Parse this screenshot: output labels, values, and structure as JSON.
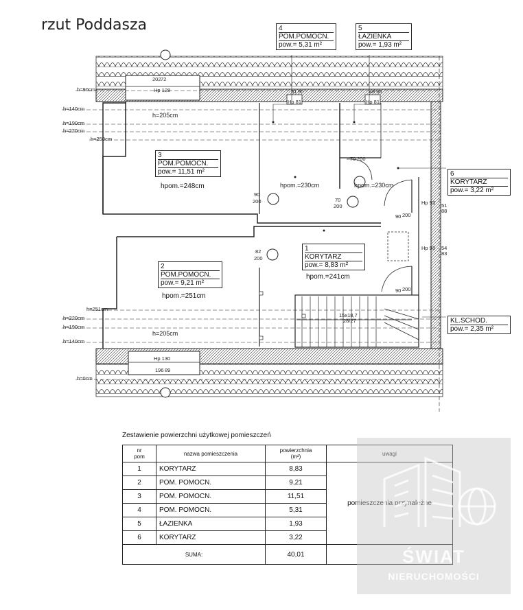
{
  "title": "rzut Poddasza",
  "rooms": [
    {
      "nr": "1",
      "name": "KORYTARZ",
      "area": "pow.= 8,83 m²",
      "height": "hpom.=241cm"
    },
    {
      "nr": "2",
      "name": "POM.POMOCN.",
      "area": "pow.= 9,21 m²",
      "height": "hpom.=251cm"
    },
    {
      "nr": "3",
      "name": "POM.POMOCN.",
      "area": "pow.= 11,51 m²",
      "height": "hpom.=248cm"
    },
    {
      "nr": "4",
      "name": "POM.POMOCN.",
      "area": "pow.= 5,31 m²"
    },
    {
      "nr": "5",
      "name": "ŁAZIENKA",
      "area": "pow.= 1,93 m²"
    },
    {
      "nr": "6",
      "name": "KORYTARZ",
      "area": "pow.= 3,22 m²"
    },
    {
      "nr": "",
      "name": "KL.SCHOD.",
      "area": "pow.= 2,35 m²"
    }
  ],
  "levels_top": [
    "h=90cm",
    "h=140cm",
    "h=190cm",
    "h=220cm",
    "h=250cm"
  ],
  "levels_bottom": [
    "h=251cm",
    "h=220cm",
    "h=190cm",
    "h=140cm",
    "h=0cm"
  ],
  "plan_labels": {
    "h205_top": "h=205cm",
    "h205_bottom": "h=205cm",
    "hpom230a": "hpom.=230cm",
    "hpom230b": "hpom.=230cm",
    "hp128": "Hp 128",
    "hp130": "Hp 130",
    "hp81a": "Hp 81",
    "hp81b": "Hp 81",
    "hp93a": "Hp 93",
    "hp93b": "Hp 93",
    "d90_200": "90",
    "d90_200b": "200",
    "d70_200": "70",
    "d70_200b": "200",
    "d82_200": "82",
    "d82_200b": "200",
    "w51_88": "51",
    "w51_88b": "88",
    "w54_83": "54",
    "w54_83b": "83",
    "w202": "202",
    "w72": "72",
    "w196": "196",
    "w89": "89",
    "w51": "51",
    "w90": "90",
    "w48": "48",
    "w90b": "90",
    "d70v": "70",
    "d200v": "200",
    "d90v": "90",
    "d200v2": "200",
    "d90v3": "90",
    "d200v3": "200",
    "stairs": "15x18,7",
    "stairs2": "28/27"
  },
  "summary": {
    "title": "Zestawienie powierzchni użytkowej pomieszczeń",
    "headers": {
      "nr": "nr\npom",
      "name": "nazwa pomieszczenia",
      "area": "powierzchnia\n(m²)",
      "notes": "uwagi"
    },
    "rows": [
      {
        "nr": "1",
        "name": "KORYTARZ",
        "area": "8,83"
      },
      {
        "nr": "2",
        "name": "POM. POMOCN.",
        "area": "9,21"
      },
      {
        "nr": "3",
        "name": "POM. POMOCN.",
        "area": "11,51"
      },
      {
        "nr": "4",
        "name": "POM. POMOCN.",
        "area": "5,31"
      },
      {
        "nr": "5",
        "name": "ŁAZIENKA",
        "area": "1,93"
      },
      {
        "nr": "6",
        "name": "KORYTARZ",
        "area": "3,22"
      }
    ],
    "notes": "pomieszczenia przynależne",
    "total_label": "SUMA:",
    "total": "40,01"
  },
  "watermark": {
    "line1": "ŚWIAT",
    "line2": "NIERUCHOMOŚCI"
  }
}
